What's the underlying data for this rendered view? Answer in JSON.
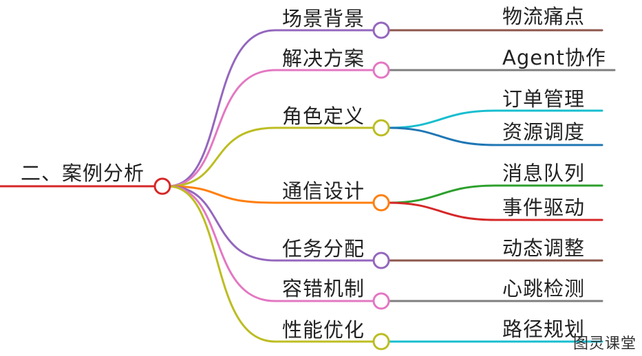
{
  "root": {
    "label": "二、案例分析",
    "color": "#d62728"
  },
  "branches": [
    {
      "label": "场景背景",
      "color": "#9467bd",
      "leaves": [
        {
          "label": "物流痛点",
          "color": "#8c564b"
        }
      ]
    },
    {
      "label": "解决方案",
      "color": "#e377c2",
      "leaves": [
        {
          "label": "Agent协作",
          "color": "#7f7f7f"
        }
      ]
    },
    {
      "label": "角色定义",
      "color": "#bcbd22",
      "leaves": [
        {
          "label": "订单管理",
          "color": "#17becf"
        },
        {
          "label": "资源调度",
          "color": "#1f77b4"
        }
      ]
    },
    {
      "label": "通信设计",
      "color": "#ff7f0e",
      "leaves": [
        {
          "label": "消息队列",
          "color": "#2ca02c"
        },
        {
          "label": "事件驱动",
          "color": "#d62728"
        }
      ]
    },
    {
      "label": "任务分配",
      "color": "#9467bd",
      "leaves": [
        {
          "label": "动态调整",
          "color": "#8c564b"
        }
      ]
    },
    {
      "label": "容错机制",
      "color": "#e377c2",
      "leaves": [
        {
          "label": "心跳检测",
          "color": "#7f7f7f"
        }
      ]
    },
    {
      "label": "性能优化",
      "color": "#bcbd22",
      "leaves": [
        {
          "label": "路径规划",
          "color": "#17becf"
        }
      ]
    }
  ],
  "watermark": "图灵课堂"
}
